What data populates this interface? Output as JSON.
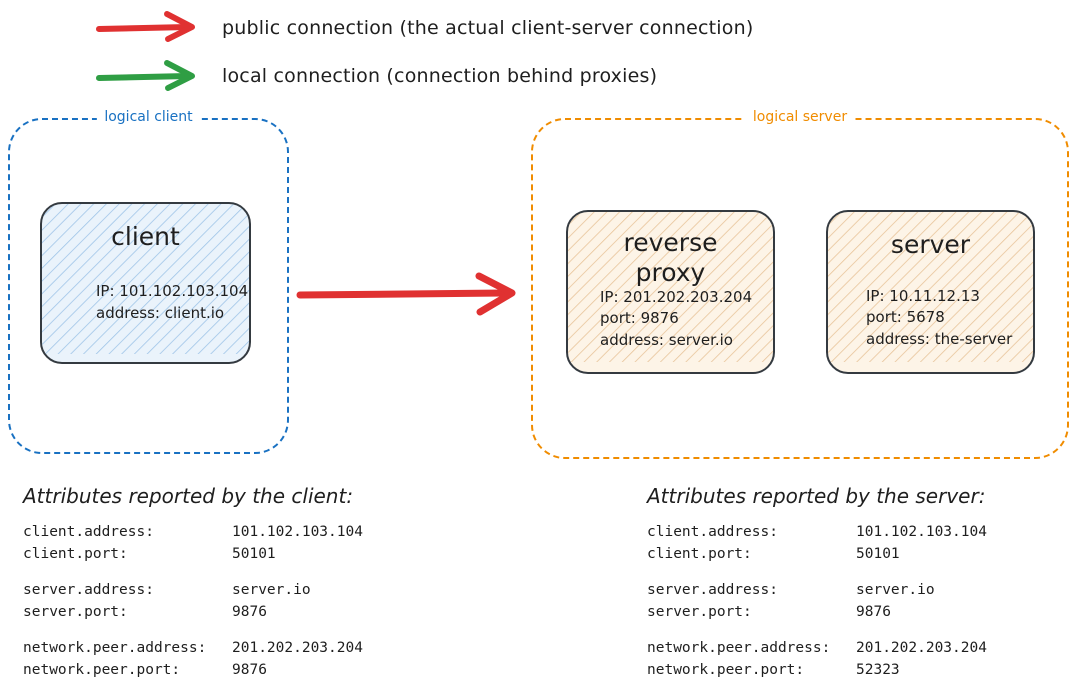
{
  "legend": {
    "items": [
      {
        "icon": "arrow-right-icon",
        "color": "#e03131",
        "label": "public connection (the actual client-server connection)"
      },
      {
        "icon": "arrow-right-icon",
        "color": "#2f9e44",
        "label": "local connection (connection behind proxies)"
      }
    ]
  },
  "groups": {
    "client": {
      "label": "logical client",
      "color": "#1971c2"
    },
    "server": {
      "label": "logical server",
      "color": "#f08c00"
    }
  },
  "nodes": {
    "client": {
      "title": "client",
      "details": [
        "IP: 101.102.103.104",
        "address: client.io"
      ],
      "fill": "#eaf3fb",
      "hatch": "#9fc5e8",
      "stroke": "#343a40"
    },
    "reverse_proxy": {
      "title": "reverse\nproxy",
      "details": [
        "IP: 201.202.203.204",
        "port: 9876",
        "address: server.io"
      ],
      "fill": "#fdf4e7",
      "hatch": "#e8c49a",
      "stroke": "#343a40"
    },
    "server": {
      "title": "server",
      "details": [
        "IP: 10.11.12.13",
        "port: 5678",
        "address: the-server"
      ],
      "fill": "#fdf4e7",
      "hatch": "#e8c49a",
      "stroke": "#343a40"
    }
  },
  "connections": {
    "public": {
      "name": "public-connection-arrow",
      "color": "#e03131",
      "from": "client",
      "to": "reverse proxy"
    }
  },
  "attributes": {
    "client_panel": {
      "heading": "Attributes reported by the client:",
      "groups": [
        [
          {
            "key": "client.address:",
            "value": "101.102.103.104"
          },
          {
            "key": "client.port:",
            "value": "50101"
          }
        ],
        [
          {
            "key": "server.address:",
            "value": "server.io"
          },
          {
            "key": "server.port:",
            "value": "9876"
          }
        ],
        [
          {
            "key": "network.peer.address:",
            "value": "201.202.203.204"
          },
          {
            "key": "network.peer.port:",
            "value": "9876"
          }
        ]
      ]
    },
    "server_panel": {
      "heading": "Attributes reported by the server:",
      "groups": [
        [
          {
            "key": "client.address:",
            "value": "101.102.103.104"
          },
          {
            "key": "client.port:",
            "value": "50101"
          }
        ],
        [
          {
            "key": "server.address:",
            "value": "server.io"
          },
          {
            "key": "server.port:",
            "value": "9876"
          }
        ],
        [
          {
            "key": "network.peer.address:",
            "value": "201.202.203.204"
          },
          {
            "key": "network.peer.port:",
            "value": "52323"
          }
        ]
      ]
    }
  }
}
